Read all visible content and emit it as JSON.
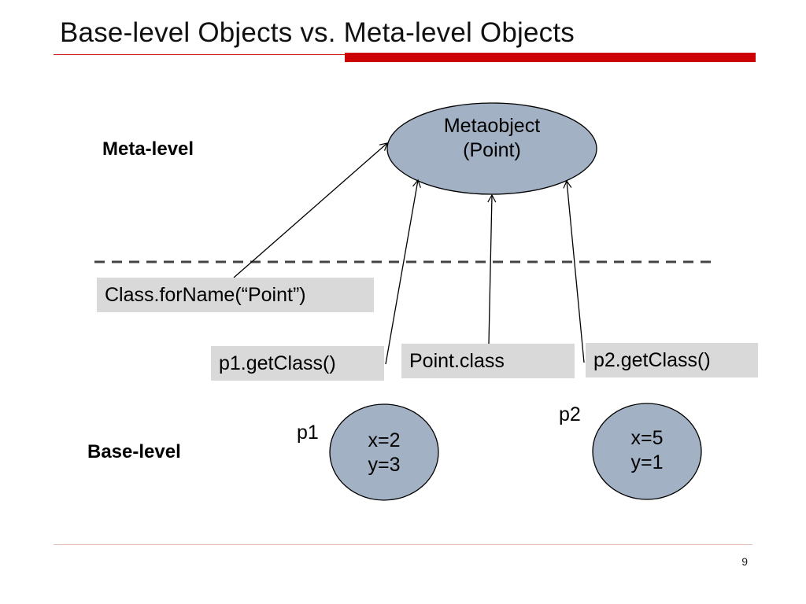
{
  "slide": {
    "title": "Base-level Objects vs. Meta-level Objects",
    "page_number": "9",
    "accent_color": "#cc0000"
  },
  "levels": {
    "meta": "Meta-level",
    "base": "Base-level"
  },
  "metaobject": {
    "line1": "Metaobject",
    "line2": "(Point)",
    "fill_color": "#a3b1c4"
  },
  "code_boxes": {
    "for_name": "Class.forName(“Point”)",
    "p1_get_class": "p1.getClass()",
    "point_class": "Point.class",
    "p2_get_class": "p2.getClass()",
    "fill_color": "#d9d9d9"
  },
  "objects": {
    "p1": {
      "label": "p1",
      "line1": "x=2",
      "line2": "y=3"
    },
    "p2": {
      "label": "p2",
      "line1": "x=5",
      "line2": "y=1"
    }
  }
}
